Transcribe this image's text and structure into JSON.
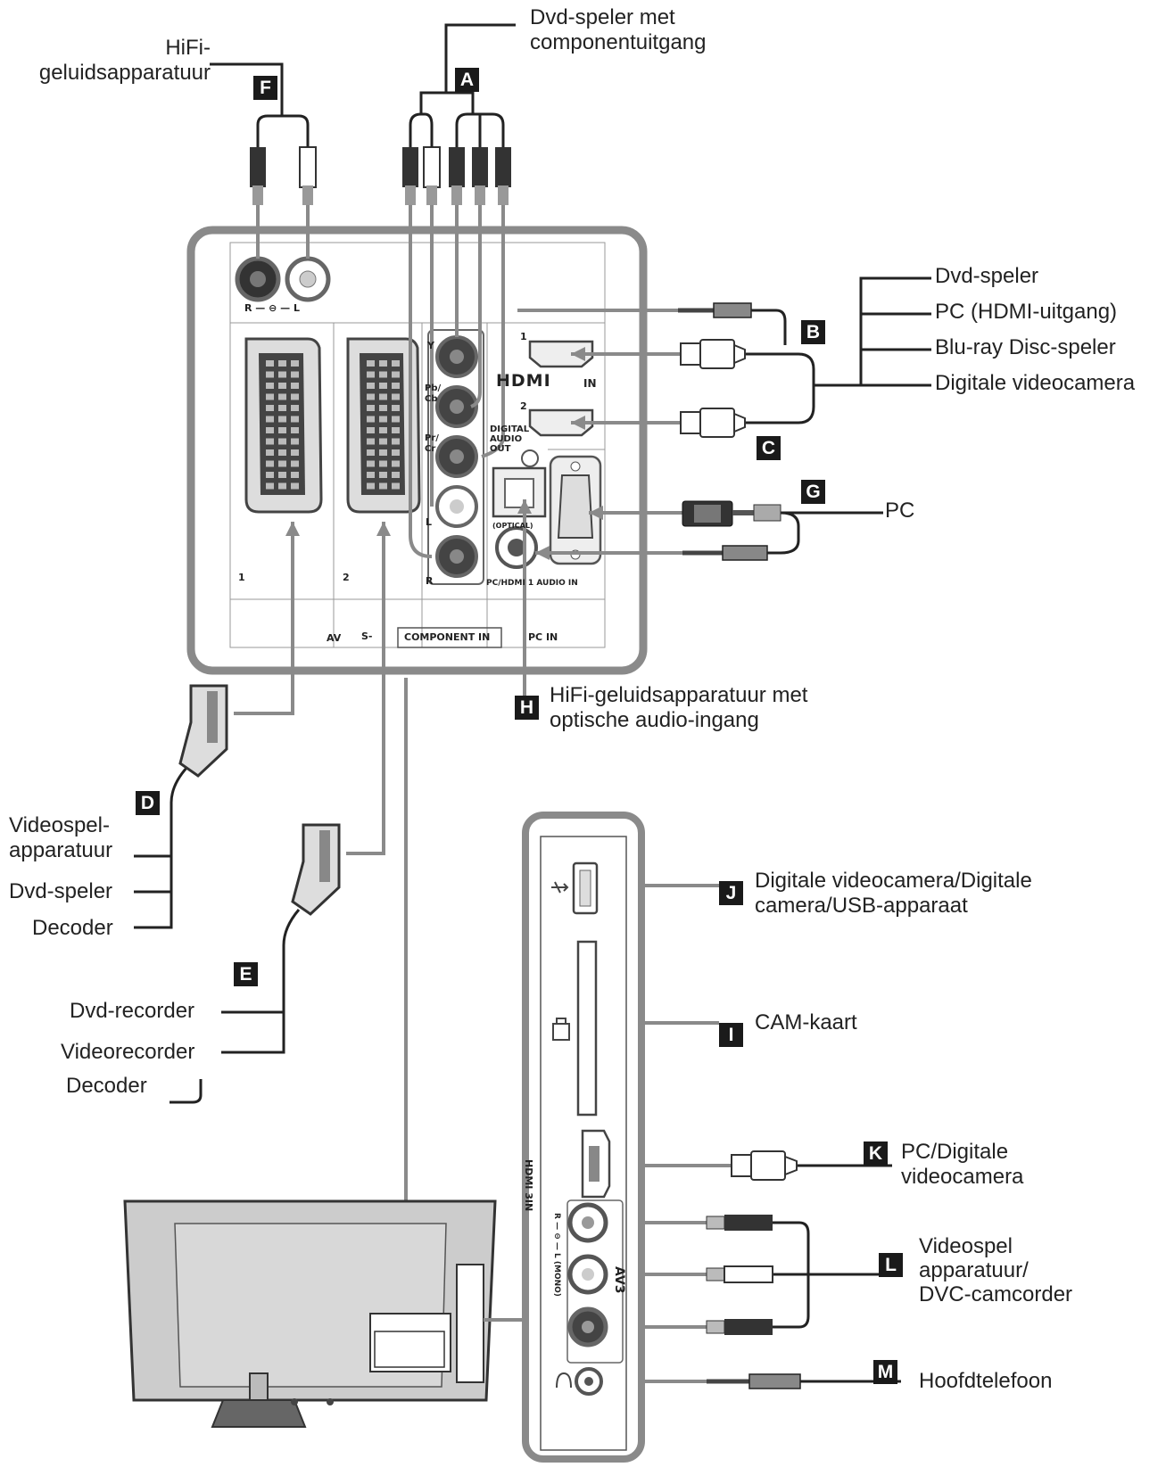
{
  "connections": [
    {
      "id": "A",
      "label": "Dvd-speler met\ncomponentuitgang"
    },
    {
      "id": "B",
      "label": ""
    },
    {
      "id": "C",
      "label": ""
    },
    {
      "id": "D",
      "label": ""
    },
    {
      "id": "E",
      "label": ""
    },
    {
      "id": "F",
      "label": "HiFi-\ngeluidsapparatuur"
    },
    {
      "id": "G",
      "label": "PC"
    },
    {
      "id": "H",
      "label": "HiFi-geluidsapparatuur met\noptische audio-ingang"
    },
    {
      "id": "I",
      "label": "CAM-kaart"
    },
    {
      "id": "J",
      "label": "Digitale videocamera/Digitale\ncamera/USB-apparaat"
    },
    {
      "id": "K",
      "label": "PC/Digitale\nvideocamera"
    },
    {
      "id": "L",
      "label": "Videospel\napparatuur/\nDVC-camcorder"
    },
    {
      "id": "M",
      "label": "Hoofdtelefoon"
    }
  ],
  "hdmi_devices": [
    "Dvd-speler",
    "PC (HDMI-uitgang)",
    "Blu-ray Disc-speler",
    "Digitale videocamera"
  ],
  "scart1_devices": [
    "Videospel-\napparatuur",
    "Dvd-speler",
    "Decoder"
  ],
  "scart2_devices": [
    "Dvd-recorder",
    "Videorecorder",
    "Decoder"
  ],
  "panel_labels": {
    "rl_out": "R — ⊖ — L",
    "hdmi": "HDMI",
    "hdmi_in": "IN",
    "hdmi1": "1",
    "hdmi2": "2",
    "y": "Y",
    "pb": "Pb/\nCb",
    "pr": "Pr/\nCr",
    "l": "L",
    "r": "R",
    "digital_audio_out": "DIGITAL\nAUDIO\nOUT",
    "optical": "(OPTICAL)",
    "pc_hdmi_audio_in": "PC/HDMI 1 AUDIO IN",
    "scart1_num": "1",
    "scart2_num": "2",
    "av": "AV",
    "s_video": "S-",
    "component_in": "COMPONENT IN",
    "pc_in": "PC IN"
  },
  "side_labels": {
    "hdmi3": "HDMI 3IN",
    "av3": "AV3",
    "mono": "R — ⊖ — L (MONO)"
  }
}
